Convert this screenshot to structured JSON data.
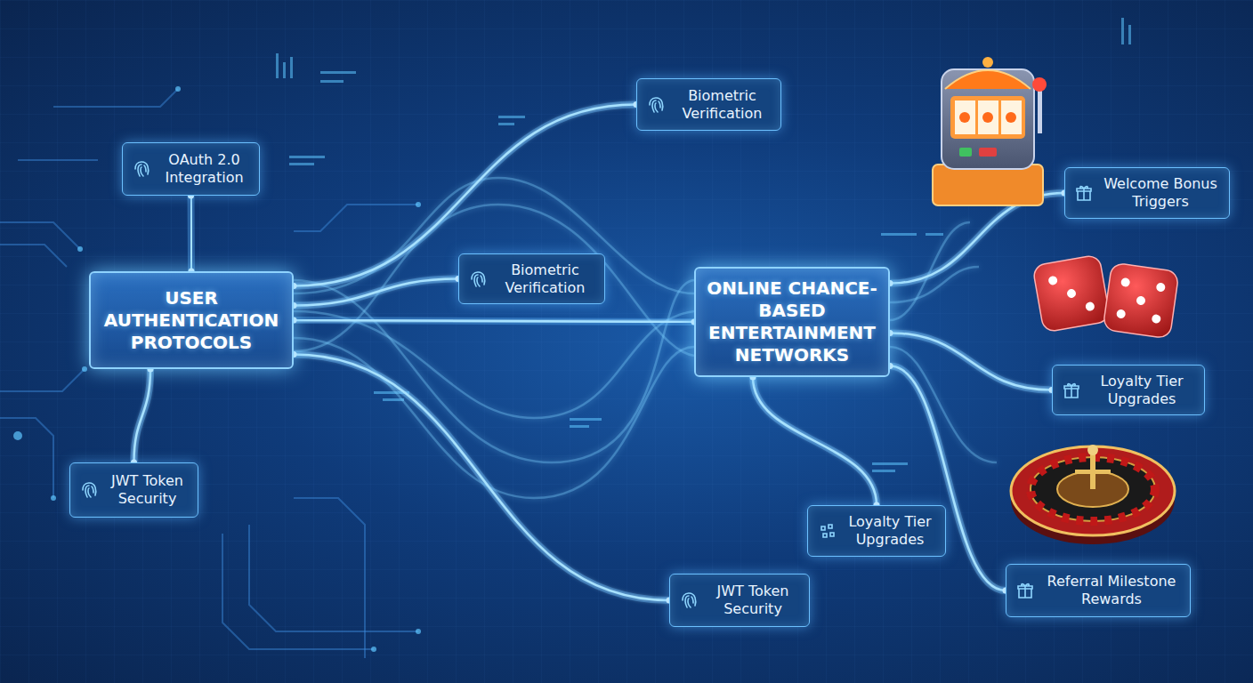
{
  "diagram": {
    "nodes": [
      {
        "text": [
          "USER AUTHENTICATION PROTOCOLS"
        ]
      },
      {
        "text": [
          "OAuth 2.0 Integration"
        ]
      },
      {
        "text": [
          "JWT Token Security"
        ]
      },
      {
        "text": [
          "Biometric Verification"
        ]
      },
      {
        "text": [
          "Biometric Verification"
        ]
      },
      {
        "text": [
          "ONLINE CHANCE-BASED ENTERTAINMENT NETWORKS"
        ]
      },
      {
        "text": [
          "Welcome Bonus Triggers"
        ]
      },
      {
        "text": [
          "Loyalty Tier Upgrades"
        ]
      },
      {
        "text": [
          "Loyalty Tier Upgrades"
        ]
      },
      {
        "text": [
          "JWT Token Security"
        ]
      },
      {
        "text": [
          "Referral Milestone Rewards"
        ]
      }
    ],
    "edges": [
      {
        "from": 1,
        "to": 0,
        "arrow": "none"
      },
      {
        "from": 2,
        "to": 0,
        "arrow": "none"
      },
      {
        "from": 0,
        "to": 3,
        "arrow": "none"
      },
      {
        "from": 0,
        "to": 4,
        "arrow": "none"
      },
      {
        "from": 0,
        "to": 5,
        "arrow": "none"
      },
      {
        "from": 0,
        "to": 9,
        "arrow": "none"
      },
      {
        "from": 5,
        "to": 6,
        "arrow": "none"
      },
      {
        "from": 5,
        "to": 7,
        "arrow": "none"
      },
      {
        "from": 5,
        "to": 8,
        "arrow": "none"
      },
      {
        "from": 5,
        "to": 10,
        "arrow": "none"
      }
    ]
  }
}
